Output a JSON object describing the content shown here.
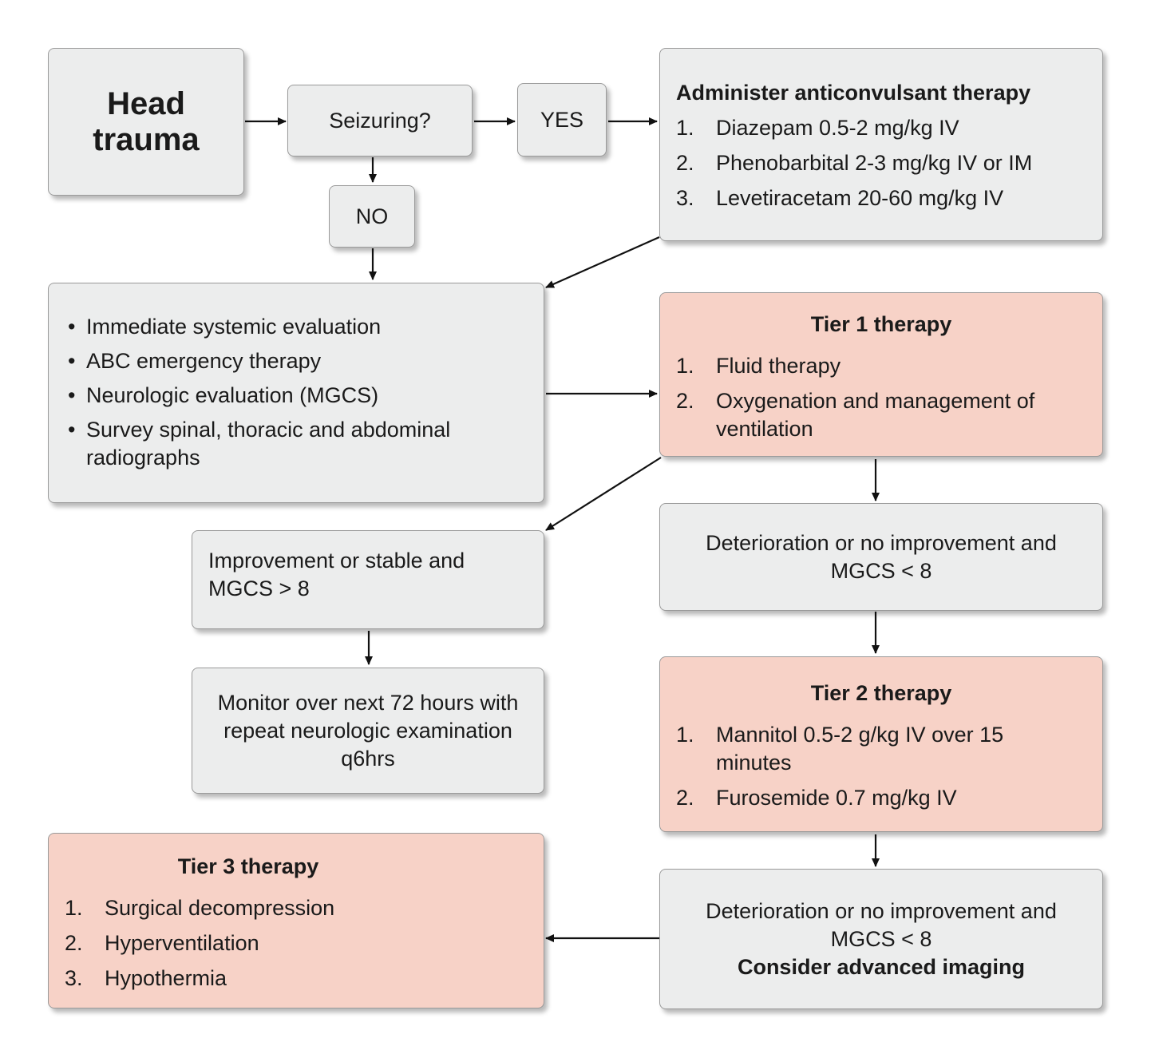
{
  "start": {
    "title": "Head trauma"
  },
  "decision": {
    "question": "Seizuring?",
    "yes_label": "YES",
    "no_label": "NO"
  },
  "anticonvulsant": {
    "title": "Administer anticonvulsant therapy",
    "items": [
      {
        "num": "1.",
        "text": "Diazepam 0.5-2 mg/kg IV"
      },
      {
        "num": "2.",
        "text": "Phenobarbital 2-3 mg/kg IV or IM"
      },
      {
        "num": "3.",
        "text": "Levetiracetam 20-60 mg/kg IV"
      }
    ]
  },
  "evaluation": {
    "items": [
      "Immediate systemic evaluation",
      "ABC emergency therapy",
      "Neurologic evaluation (MGCS)",
      "Survey spinal, thoracic and abdominal radiographs"
    ]
  },
  "tier1": {
    "title": "Tier 1 therapy",
    "items": [
      {
        "num": "1.",
        "text": "Fluid therapy"
      },
      {
        "num": "2.",
        "text": "Oxygenation and management of ventilation"
      }
    ]
  },
  "improvement": {
    "text": "Improvement or stable and MGCS > 8"
  },
  "deterioration1": {
    "text": "Deterioration or no improvement and MGCS < 8"
  },
  "monitor": {
    "text": "Monitor over next 72 hours with repeat neurologic examination q6hrs"
  },
  "tier2": {
    "title": "Tier 2 therapy",
    "items": [
      {
        "num": "1.",
        "text": "Mannitol 0.5-2 g/kg IV over 15 minutes"
      },
      {
        "num": "2.",
        "text": "Furosemide 0.7 mg/kg IV"
      }
    ]
  },
  "tier3": {
    "title": "Tier 3 therapy",
    "items": [
      {
        "num": "1.",
        "text": "Surgical decompression"
      },
      {
        "num": "2.",
        "text": "Hyperventilation"
      },
      {
        "num": "3.",
        "text": "Hypothermia"
      }
    ]
  },
  "deterioration2": {
    "text": "Deterioration or no improvement and MGCS < 8",
    "emphasis": "Consider advanced imaging"
  },
  "colors": {
    "gray_box": "#eceded",
    "pink_box": "#f7d2c7",
    "border": "#9a9a9a",
    "arrow": "#111111"
  }
}
